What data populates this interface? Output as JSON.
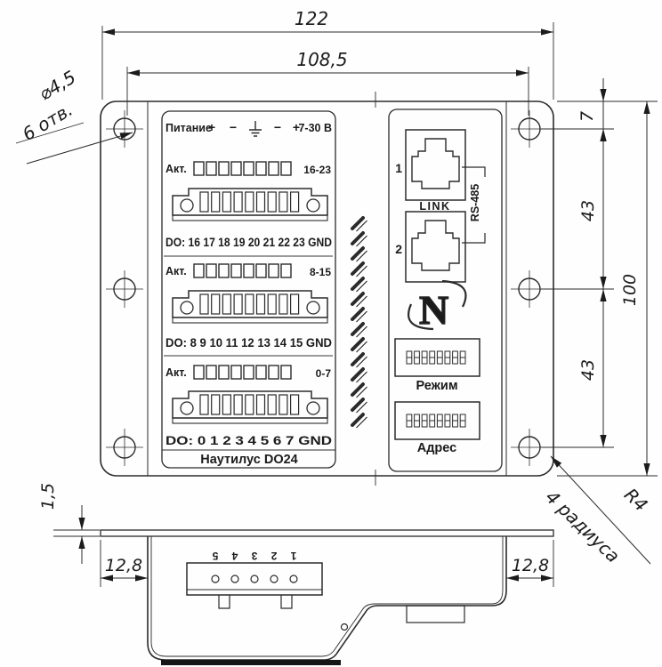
{
  "drawing": {
    "dim_width_overall": "122",
    "dim_width_holes": "108,5",
    "dim_edge_to_hole": "7",
    "dim_hole_pitch_upper": "43",
    "dim_hole_pitch_lower": "43",
    "dim_height_overall": "100",
    "note_hole_diameter": "⌀4,5",
    "note_hole_count": "6 отв.",
    "note_corner_radius": "R4",
    "note_corner_count": "4 радиуса",
    "dim_plate_thickness": "1,5",
    "dim_side_offset_left": "12,8",
    "dim_side_offset_right": "12,8"
  },
  "panel": {
    "power_label": "Питание",
    "plus": "+",
    "minus": "−",
    "power_range": "7-30 В",
    "act_label": "Акт.",
    "groups": [
      {
        "range": "16-23",
        "do_row": "DO: 16 17 18 19 20 21 22 23 GND"
      },
      {
        "range": "8-15",
        "do_row": "DO: 8 9 10 11 12 13 14 15 GND"
      },
      {
        "range": "0-7",
        "do_row": "DO: 0 1 2 3 4 5 6 7 GND"
      }
    ],
    "title": "Наутилус DO24"
  },
  "comm": {
    "jack1_label": "1",
    "jack2_label": "2",
    "link_label": "LINK",
    "bus_label": "RS-485",
    "dip_mode_label": "Режим",
    "dip_addr_label": "Адрес"
  },
  "side_view": {
    "pin_labels": [
      "1",
      "2",
      "3",
      "4",
      "5"
    ]
  }
}
